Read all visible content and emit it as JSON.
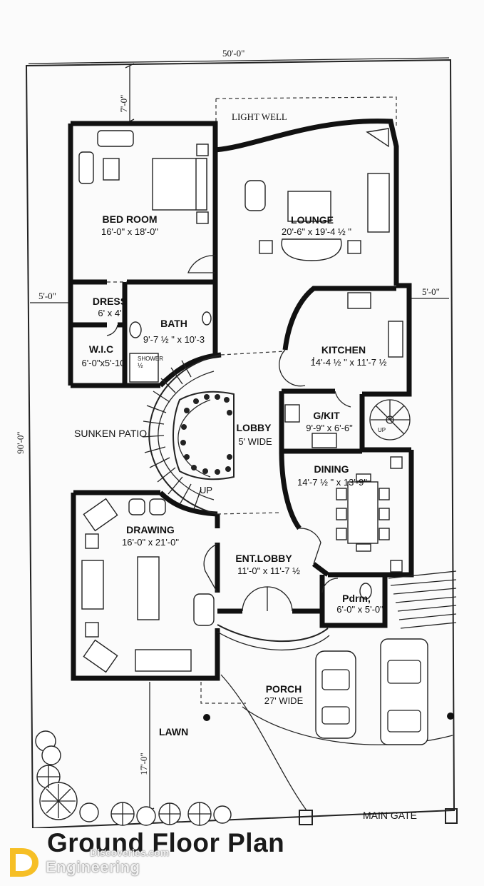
{
  "plan": {
    "title": "Ground Floor Plan",
    "dimensions": {
      "width": "50'-0\"",
      "depth": "90'-0\"",
      "front_setback": "7'-0\"",
      "left_setback": "5'-0\"",
      "right_setback": "5'-0\"",
      "lawn_depth": "17'-0\""
    },
    "rooms": {
      "light_well": "LIGHT WELL",
      "bedroom": {
        "name": "BED ROOM",
        "size": "16'-0\" x 18'-0\""
      },
      "lounge": {
        "name": "LOUNGE",
        "size": "20'-6\" x 19'-4 ½ \""
      },
      "dress": {
        "name": "DRESS",
        "size": "6' x 4'"
      },
      "bath": {
        "name": "BATH",
        "size": "9'-7 ½ \" x 10'-3"
      },
      "wic": {
        "name": "W.I.C",
        "size": "6'-0\"x5'-10"
      },
      "shower": {
        "name": "SHOWER",
        "size": "½"
      },
      "kitchen": {
        "name": "KITCHEN",
        "size": "14'-4 ½ \" x 11'-7 ½"
      },
      "gkit": {
        "name": "G/KIT",
        "size": "9'-9\" x 6'-6\""
      },
      "lobby": {
        "name": "LOBBY",
        "size": "5' WIDE"
      },
      "sunken_patio": "SUNKEN PATIO",
      "stair_up_main": "UP",
      "stair_up_spiral": "UP",
      "dining": {
        "name": "DINING",
        "size": "14'-7 ½ \" x 13'-9\""
      },
      "drawing": {
        "name": "DRAWING",
        "size": "16'-0\" x 21'-0\""
      },
      "ent_lobby": {
        "name": "ENT.LOBBY",
        "size": "11'-0\" x 11'-7 ½"
      },
      "pdrm": {
        "name": "Pdrm,",
        "size": "6'-0\" x 5'-0\""
      },
      "porch": {
        "name": "PORCH",
        "size": "27' WIDE"
      },
      "lawn": "LAWN",
      "main_gate": "MAIN GATE"
    }
  },
  "brand": {
    "line1": "Discoveries.com",
    "line2": "Engineering"
  },
  "colors": {
    "ink": "#111111",
    "paper": "#fbfbfb",
    "brand_accent": "#f4b400"
  }
}
